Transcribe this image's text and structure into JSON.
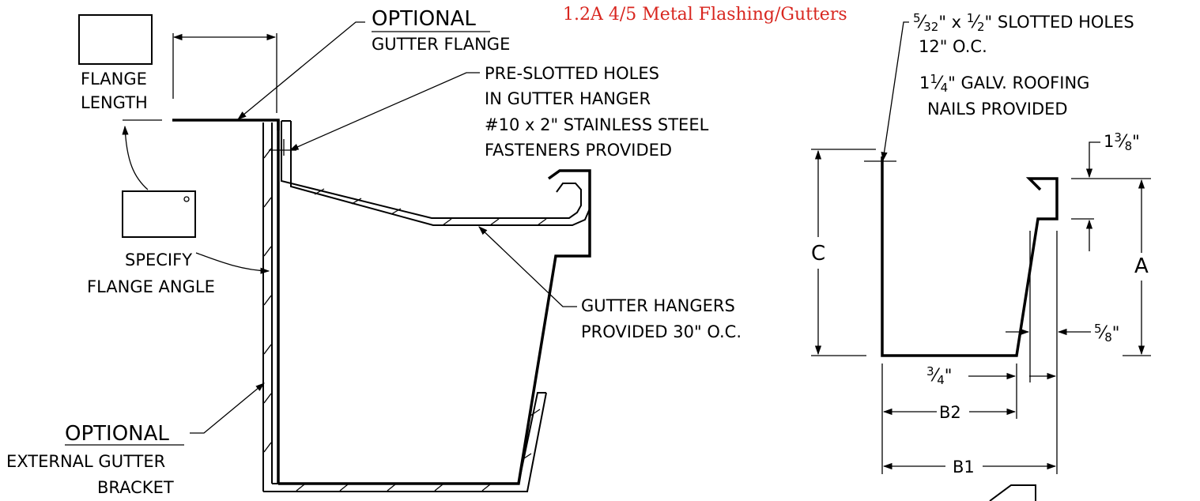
{
  "title": "1.2A 4/5 Metal Flashing/Gutters",
  "title_color": "#d8261f",
  "line_color": "#000000",
  "left_detail": {
    "flange_length": [
      "FLANGE",
      "LENGTH"
    ],
    "optional_gutter_flange": {
      "optional": "OPTIONAL",
      "name": "GUTTER FLANGE"
    },
    "preslotted": [
      "PRE-SLOTTED HOLES",
      "IN GUTTER HANGER",
      "#10 x 2\" STAINLESS STEEL",
      "FASTENERS PROVIDED"
    ],
    "specify_flange_angle": [
      "SPECIFY",
      "FLANGE ANGLE"
    ],
    "gutter_hangers": [
      "GUTTER HANGERS",
      "PROVIDED 30\" O.C."
    ],
    "optional_bracket": {
      "optional": "OPTIONAL",
      "line1": "EXTERNAL GUTTER",
      "line2": "BRACKET"
    }
  },
  "right_detail": {
    "slotted_holes": {
      "frac1_num": "5",
      "frac1_den": "32",
      "mid": "\" x ",
      "frac2_num": "1",
      "frac2_den": "2",
      "rest": "\" SLOTTED HOLES"
    },
    "oc": "12\" O.C.",
    "nails": {
      "whole": "1",
      "num": "1",
      "den": "4",
      "rest": "\" GALV. ROOFING"
    },
    "nails2": "NAILS PROVIDED",
    "dim_top": {
      "whole": "1",
      "num": "3",
      "den": "8",
      "unit": "\""
    },
    "dim_58": {
      "num": "5",
      "den": "8",
      "unit": "\""
    },
    "dim_34": {
      "num": "3",
      "den": "4",
      "unit": "\""
    },
    "labels": {
      "c": "C",
      "a": "A",
      "b2": "B2",
      "b1": "B1"
    }
  }
}
